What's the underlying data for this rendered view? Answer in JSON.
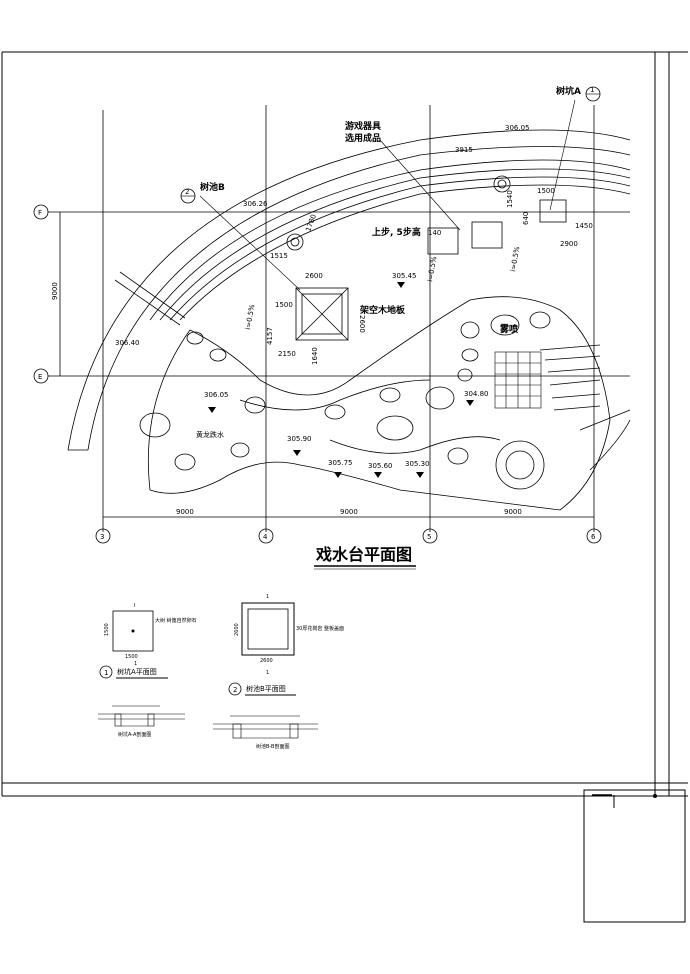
{
  "drawing": {
    "title": "戏水台平面图",
    "labels": {
      "play_equipment_1": "游戏器具",
      "play_equipment_2": "选用成品",
      "tree_pit_a": "树坑A",
      "tree_pool_b": "树池B",
      "steps_up": "上步, 5步高",
      "steps_h": "140",
      "deck": "架空木地板",
      "mist": "雾喷",
      "yellow_stone": "黄龙跌水"
    },
    "elevations": [
      "306.05",
      "306.26",
      "305.45",
      "306.40",
      "306.05",
      "305.90",
      "305.75",
      "305.60",
      "305.30",
      "304.80"
    ],
    "dimensions": {
      "d3915": "3915",
      "d1500": "1500",
      "d1450": "1450",
      "d2900": "2900",
      "d2600a": "2600",
      "d2600b": "2600",
      "d1515": "1515",
      "d1500b": "1500",
      "d2150": "2150",
      "d4157": "4157",
      "d1640": "1640",
      "d9000v": "9000",
      "d9000a": "9000",
      "d9000b": "9000",
      "d9000c": "9000",
      "d640": "640",
      "d1540": "1540",
      "d1780": "1780",
      "slope1": "i=0.5%",
      "slope2": "i=0.5%",
      "slope3": "i=0.5%"
    },
    "axes": {
      "row_f": "F",
      "row_e": "E",
      "col_3": "3",
      "col_4": "4",
      "col_5": "5",
      "col_6": "6",
      "callout_1": "1",
      "callout_2": "2"
    },
    "details": {
      "tree_pit_a_plan": "树坑A平面图",
      "tree_pool_b_plan": "树池B平面图",
      "num1": "1",
      "num2": "2",
      "note_a": "大树 树篦自然卵石",
      "note_b": "30厚花岗岩 整板盖面",
      "dim_1500": "1500",
      "dim_2600": "2600",
      "dim_2600v": "2600",
      "dim_1500v": "1500",
      "sec_a": "树坑A-A剖面图",
      "sec_b": "树池B-B剖面图",
      "mark_i": "I",
      "mark_l": "1"
    }
  }
}
